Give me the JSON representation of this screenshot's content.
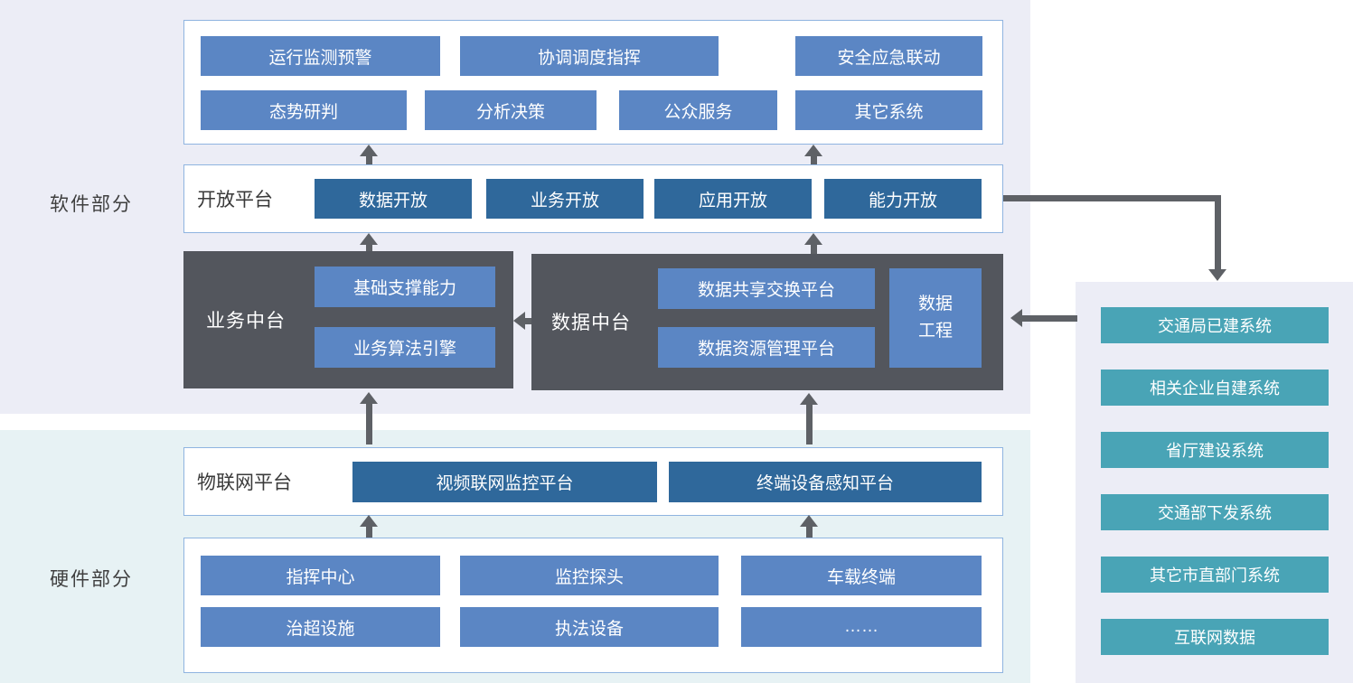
{
  "side_labels": {
    "software": "软件部分",
    "hardware": "硬件部分"
  },
  "app_layer": {
    "row1": [
      "运行监测预警",
      "协调调度指挥",
      "安全应急联动"
    ],
    "row2": [
      "态势研判",
      "分析决策",
      "公众服务",
      "其它系统"
    ]
  },
  "open_platform": {
    "label": "开放平台",
    "items": [
      "数据开放",
      "业务开放",
      "应用开放",
      "能力开放"
    ]
  },
  "business_middle": {
    "label": "业务中台",
    "items": [
      "基础支撑能力",
      "业务算法引擎"
    ]
  },
  "data_middle": {
    "label": "数据中台",
    "items": [
      "数据共享交换平台",
      "数据资源管理平台"
    ],
    "side": "数据工程"
  },
  "iot": {
    "label": "物联网平台",
    "items": [
      "视频联网监控平台",
      "终端设备感知平台"
    ]
  },
  "hardware_layer": {
    "row1": [
      "指挥中心",
      "监控探头",
      "车载终端"
    ],
    "row2": [
      "治超设施",
      "执法设备",
      "……"
    ]
  },
  "external": {
    "items": [
      "交通局已建系统",
      "相关企业自建系统",
      "省厅建设系统",
      "交通部下发系统",
      "其它市直部门系统",
      "互联网数据"
    ]
  },
  "colors": {
    "button_blue": "#5B86C4",
    "button_dark_blue": "#2F689B",
    "dark_panel_grey": "#53565D",
    "teal": "#49A4B6",
    "band_software": "#ECEDF6",
    "band_hardware": "#E7F2F4",
    "arrow_grey": "#5E6166",
    "box_border": "#8FB4E0"
  }
}
